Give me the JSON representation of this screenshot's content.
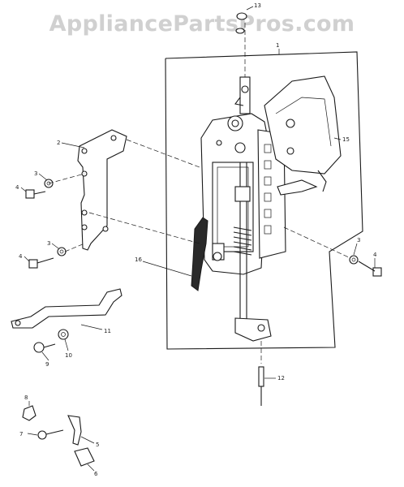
{
  "watermark": "AppliancePartsPros.com",
  "callouts": {
    "c1": "1",
    "c2": "2",
    "c3a": "3",
    "c3b": "3",
    "c3c": "3",
    "c4a": "4",
    "c4b": "4",
    "c4c": "4",
    "c5": "5",
    "c6": "6",
    "c7": "7",
    "c8": "8",
    "c9": "9",
    "c10": "10",
    "c11": "11",
    "c12": "12",
    "c13": "13",
    "c15": "15",
    "c16": "16"
  }
}
